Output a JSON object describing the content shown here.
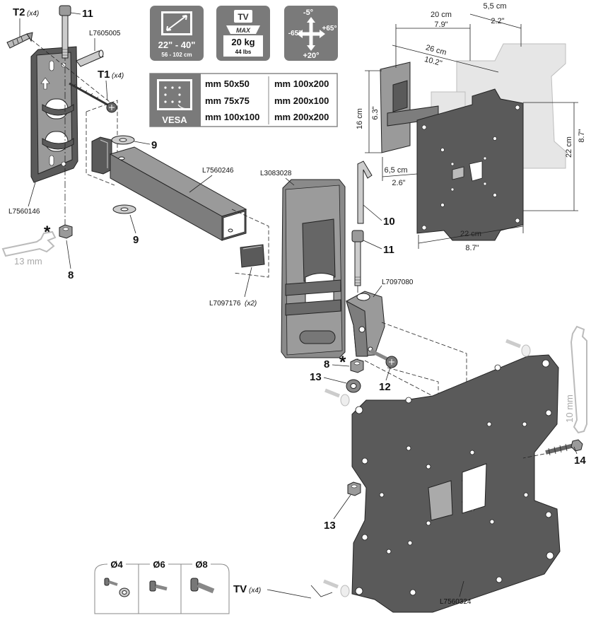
{
  "badges": {
    "screen_size": "22\" - 40\"",
    "screen_size_cm": "56 - 102 cm",
    "tv_label": "TV",
    "max_label": "MAX",
    "max_weight": "20 kg",
    "max_weight_lbs": "44 lbs",
    "tilt_up": "-5°",
    "tilt_down": "+20°",
    "swivel_left": "-65°",
    "swivel_right": "+65°"
  },
  "vesa": {
    "label": "VESA",
    "sizes": [
      "mm 50x50",
      "mm 100x200",
      "mm 75x75",
      "mm 200x100",
      "mm 100x100",
      "mm 200x200"
    ]
  },
  "dimensions": {
    "width_cm": "20 cm",
    "width_in": "7.9\"",
    "depth_cm": "5,5 cm",
    "depth_in": "2.2\"",
    "extension_cm": "26 cm",
    "extension_in": "10.2\"",
    "arm_height_cm": "16 cm",
    "arm_height_in": "6.3\"",
    "offset_cm": "6,5 cm",
    "offset_in": "2.6\"",
    "plate_height_cm": "22 cm",
    "plate_height_in": "8.7\"",
    "plate_width_cm": "22 cm",
    "plate_width_in": "8.7\""
  },
  "parts": {
    "t2": "T2",
    "t2_qty": "(x4)",
    "t1": "T1",
    "t1_qty": "(x4)",
    "n11a": "11",
    "n11b": "11",
    "n9a": "9",
    "n9b": "9",
    "n8a": "8",
    "n8b": "8",
    "n10": "10",
    "n12": "12",
    "n13a": "13",
    "n13b": "13",
    "n14": "14",
    "asterisk_a": "*",
    "asterisk_b": "*",
    "wall_plate": "L7560146",
    "pin": "L7605005",
    "arm": "L7560246",
    "arm_cover": "L3083028",
    "end_caps": "L7097176",
    "end_caps_qty": "(x2)",
    "tilt_bracket": "L7097080",
    "tv_plate": "L7560324",
    "wrench_13": "13 mm",
    "wrench_10": "10 mm",
    "tv_screws": "TV",
    "tv_screws_qty": "(x4)"
  },
  "screw_sizes": [
    "Ø4",
    "Ø6",
    "Ø8"
  ]
}
